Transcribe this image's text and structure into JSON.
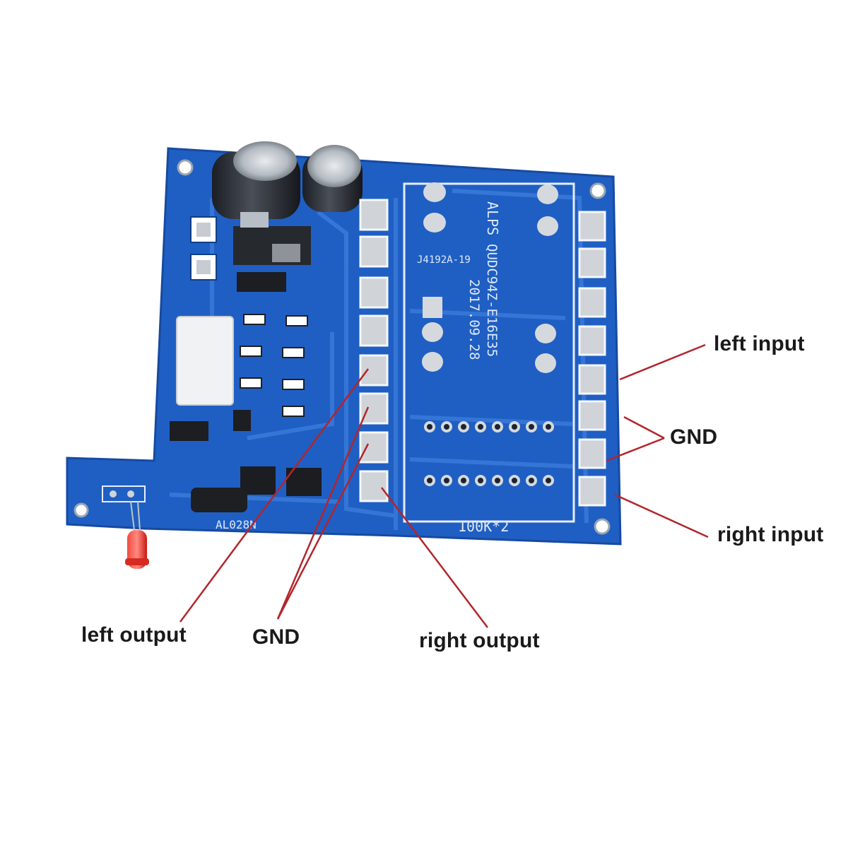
{
  "callouts": {
    "left_input": "left input",
    "gnd_right": "GND",
    "right_input": "right input",
    "left_output": "left output",
    "gnd_bottom": "GND",
    "right_output": "right output"
  },
  "board": {
    "chip_code": "J4192A-19",
    "pot_brand": "ALPS",
    "pot_model": "QUDC94Z-E16E35",
    "date_code": "2017.09.28",
    "resistance": "100K*2",
    "board_model": "AL028N"
  },
  "colors": {
    "pcb": "#1f5fc4",
    "pcb_edge": "#174aa0",
    "pad": "#d0d4d8",
    "silk": "#dfe9f5",
    "leader": "#b3252b",
    "led": "#e8231f"
  }
}
